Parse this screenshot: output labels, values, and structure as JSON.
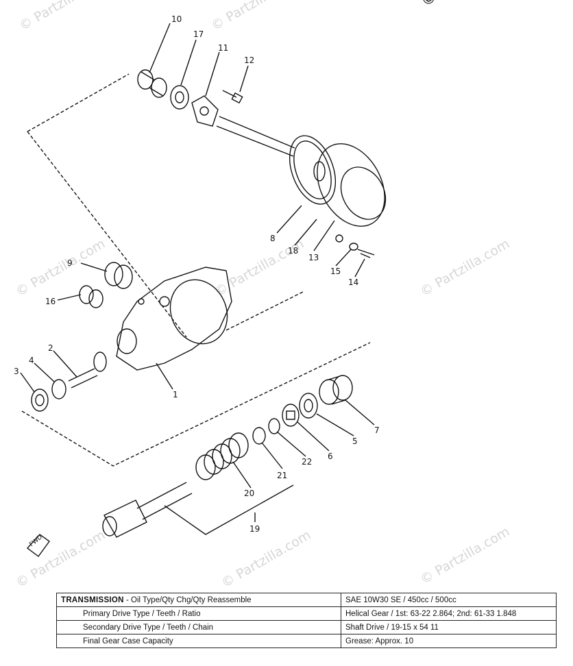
{
  "watermark": {
    "top_right": "© Pa",
    "text": "© Partzilla.com"
  },
  "callouts": [
    "1",
    "2",
    "3",
    "4",
    "5",
    "6",
    "7",
    "8",
    "9",
    "10",
    "11",
    "12",
    "13",
    "14",
    "15",
    "16",
    "17",
    "18",
    "19",
    "20",
    "21",
    "22"
  ],
  "fwd_label": "FWD",
  "spec_table": {
    "rows": [
      {
        "prefix": "TRANSMISSION",
        "label": " - Oil Type/Qty Chg/Qty Reassemble",
        "value": "SAE 10W30 SE / 450cc / 500cc"
      },
      {
        "label": "Primary Drive Type / Teeth / Ratio",
        "value": "Helical Gear / 1st: 63-22 2.864; 2nd: 61-33 1.848"
      },
      {
        "label": "Secondary Drive Type / Teeth / Chain",
        "value": "Shaft Drive / 19-15 x 54 11"
      },
      {
        "label": "Final Gear Case Capacity",
        "value": "Grease: Approx. 10"
      }
    ]
  }
}
